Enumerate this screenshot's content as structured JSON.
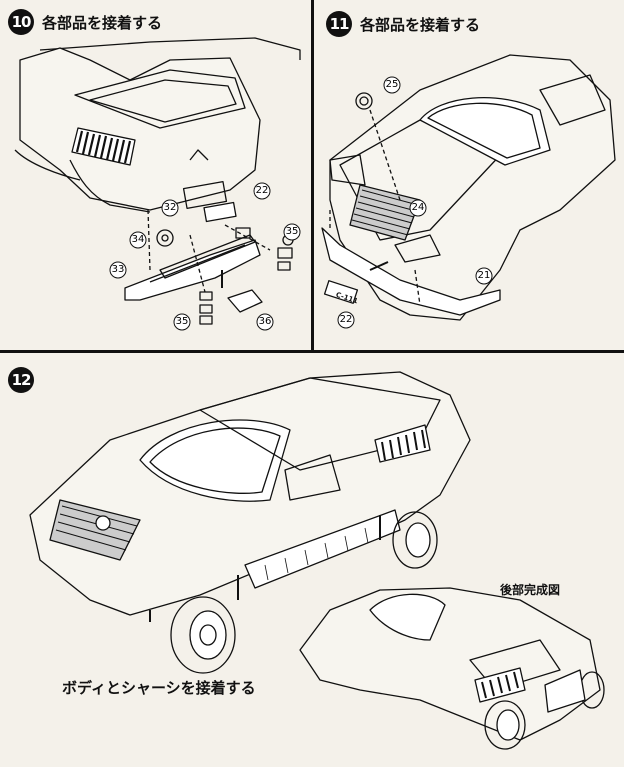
{
  "steps": [
    {
      "number": "10",
      "title": "各部品を接着する"
    },
    {
      "number": "11",
      "title": "各部品を接着する"
    },
    {
      "number": "12"
    }
  ],
  "callouts": {
    "step10": [
      "22",
      "32",
      "34",
      "33",
      "35",
      "35",
      "36"
    ],
    "step11": [
      "25",
      "24",
      "21",
      "22"
    ]
  },
  "plate_text": "C-111",
  "captions": {
    "body_chassis": "ボディとシャーシを接着する",
    "rear_view": "後部完成図"
  }
}
